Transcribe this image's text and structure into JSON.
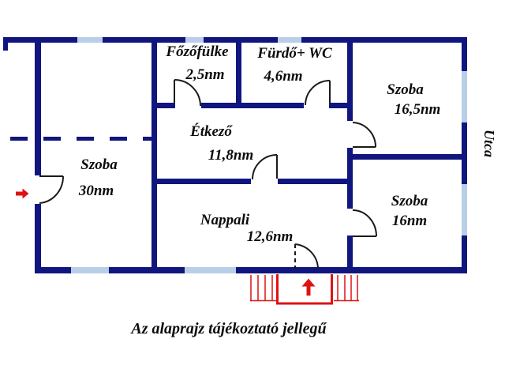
{
  "caption": "Az alaprajz tájékoztató jellegű",
  "street_label": "Utca",
  "rooms": {
    "fozofulke": {
      "name": "Főzőfülke",
      "area": "2,5nm"
    },
    "furdo": {
      "name": "Fürdő+ WC",
      "area": "4,6nm"
    },
    "szoba_felso": {
      "name": "Szoba",
      "area": "16,5nm"
    },
    "etkezo": {
      "name": "Étkező",
      "area": "11,8nm"
    },
    "szoba_bal": {
      "name": "Szoba",
      "area": "30nm"
    },
    "szoba_also": {
      "name": "Szoba",
      "area": "16nm"
    },
    "nappali": {
      "name": "Nappali",
      "area": "12,6nm"
    }
  },
  "colors": {
    "wall": "#10167d",
    "window": "#b9cfe9",
    "accent_red": "#dd1313",
    "door_line": "#1a1a1a",
    "text": "#0b0b0b"
  }
}
